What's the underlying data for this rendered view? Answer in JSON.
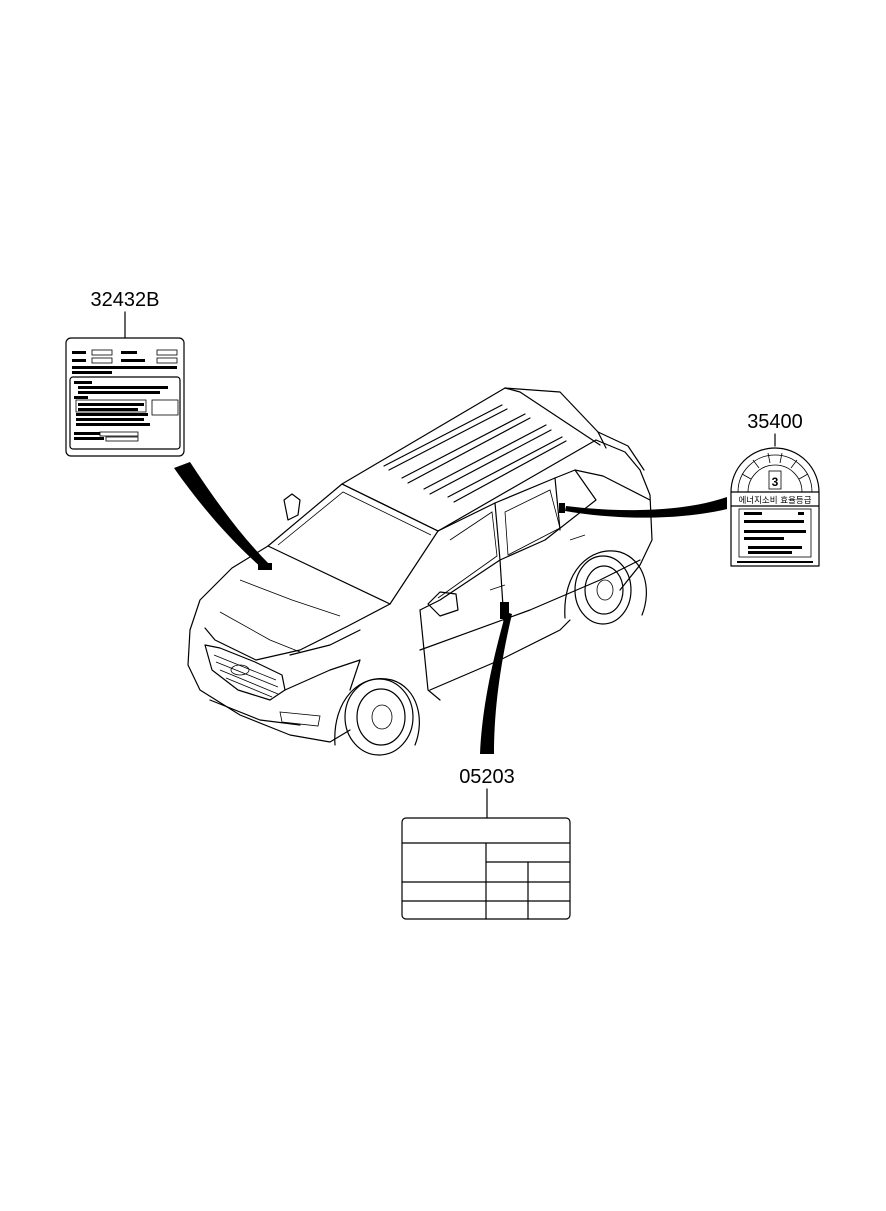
{
  "callouts": [
    {
      "part_number": "32432B",
      "item": "emission-label"
    },
    {
      "part_number": "35400",
      "item": "energy-consumption-label"
    },
    {
      "part_number": "05203",
      "item": "tire-pressure-label"
    }
  ],
  "energy_label": {
    "grade": "3",
    "title": "에너지소비 효율등급"
  },
  "colors": {
    "line": "#000000",
    "background": "#ffffff"
  }
}
